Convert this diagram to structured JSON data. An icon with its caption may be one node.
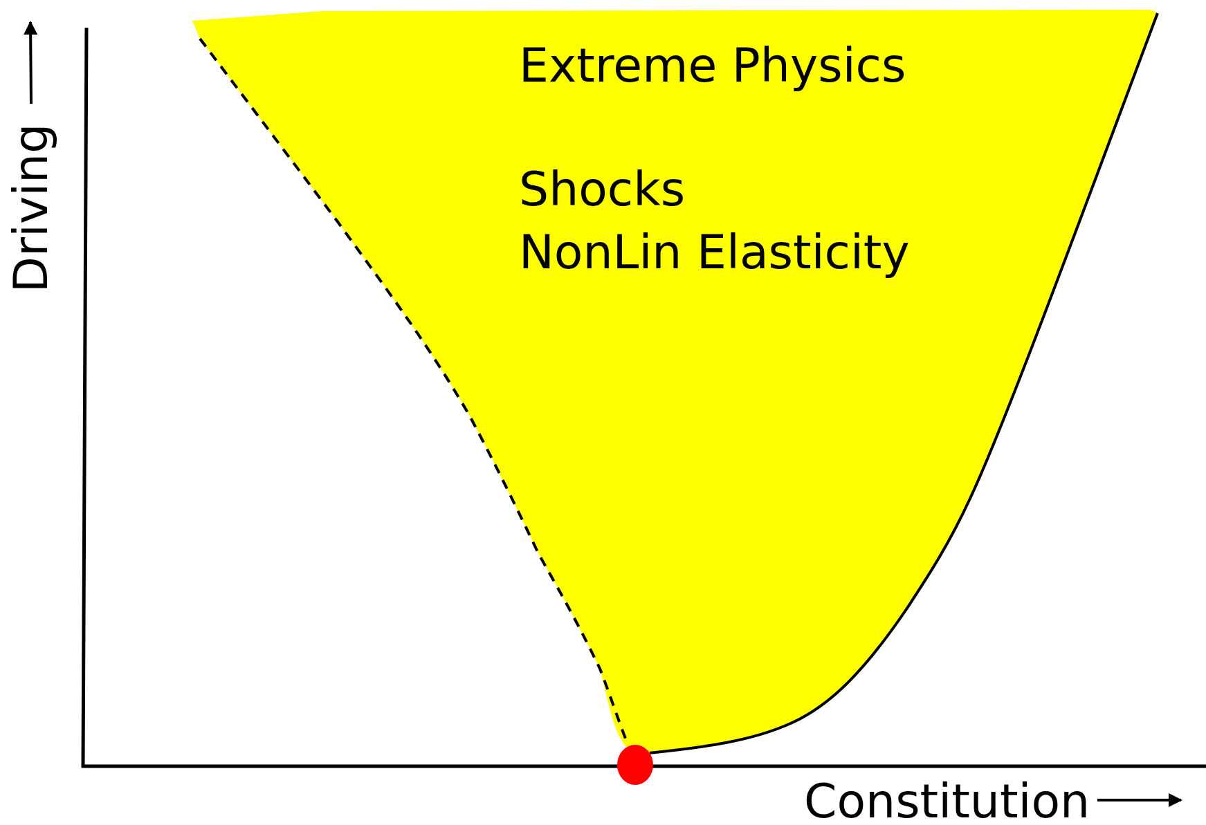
{
  "diagram": {
    "nodes": [
      {
        "text": [
          "Extreme Physics",
          "Shocks",
          "NonLin Elasticity"
        ]
      },
      {
        "text": [],
        "shape": "circle"
      }
    ],
    "labels": [
      "Driving",
      "Constitution"
    ]
  }
}
